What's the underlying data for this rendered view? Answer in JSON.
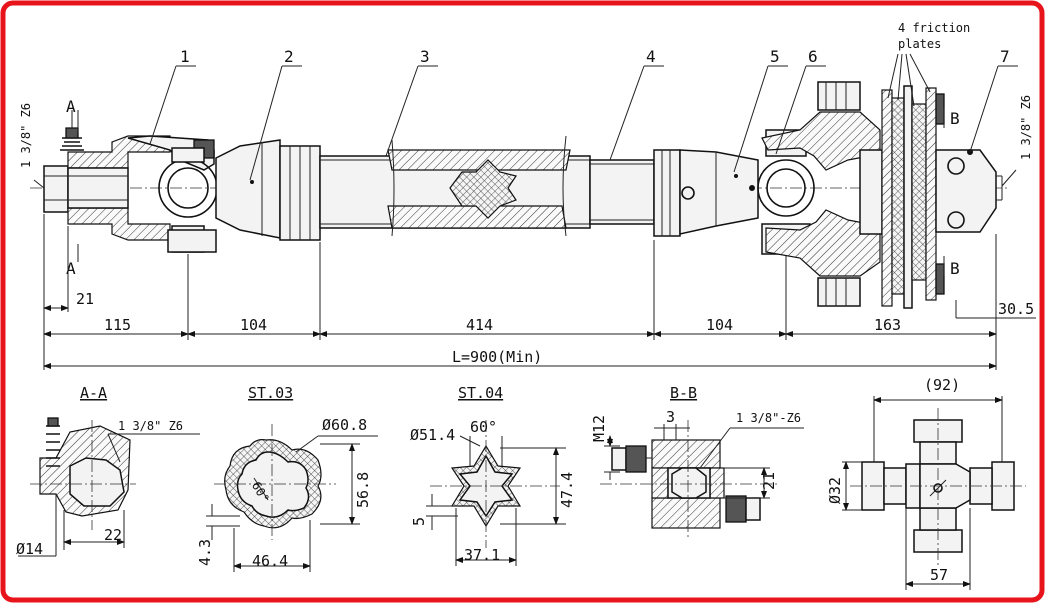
{
  "frame": {
    "border_color": "#e8141b"
  },
  "part_labels": [
    "1",
    "2",
    "3",
    "4",
    "5",
    "6",
    "7"
  ],
  "friction_note": {
    "line1": "4 friction",
    "line2": "plates"
  },
  "spline_left": "1 3/8\" Z6",
  "spline_right": "1 3/8\" Z6",
  "section_marks": {
    "a_top": "A",
    "a_bottom": "A",
    "b_top": "B",
    "b_bottom": "B"
  },
  "dims": {
    "offset_left": "21",
    "seg1": "115",
    "seg2": "104",
    "seg3": "414",
    "seg4": "104",
    "seg5": "163",
    "offset_right": "30.5",
    "total": "L=900(Min)"
  },
  "sections": {
    "aa": {
      "title": "A-A",
      "spline": "1 3/8\" Z6",
      "d1": "22",
      "d2": "Ø14"
    },
    "st03": {
      "title": "ST.03",
      "outer": "Ø60.8",
      "height": "56.8",
      "width": "46.4",
      "wall": "4.3",
      "angle": "60°"
    },
    "st04": {
      "title": "ST.04",
      "outer": "Ø51.4",
      "angle": "60°",
      "height": "47.4",
      "width": "37.1",
      "wall": "5"
    },
    "bb": {
      "title": "B-B",
      "bolt": "M12",
      "gap": "3",
      "spline": "1 3/8\"-Z6",
      "height": "21"
    },
    "cross": {
      "top": "(92)",
      "bore": "Ø32",
      "width": "57"
    }
  }
}
